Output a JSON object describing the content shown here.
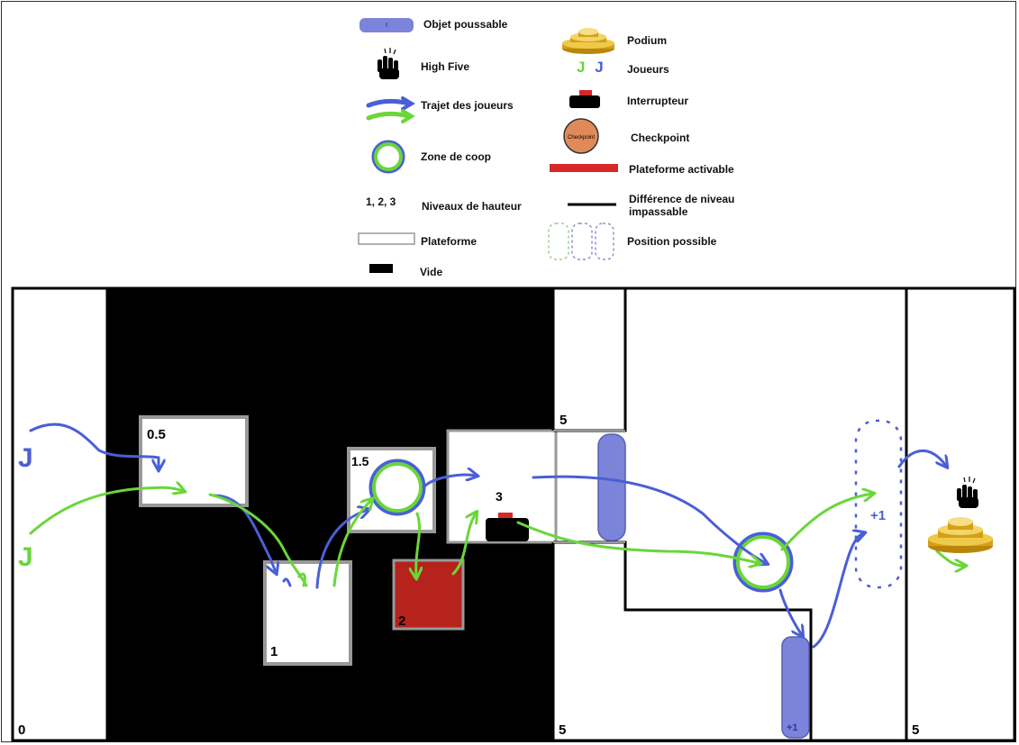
{
  "legend": {
    "pushable_object": "Objet poussable",
    "high_five": "High Five",
    "player_path": "Trajet des joueurs",
    "coop_zone": "Zone de coop",
    "height_levels_sample": "1, 2, 3",
    "height_levels": "Niveaux de hauteur",
    "platform": "Plateforme",
    "void": "Vide",
    "podium": "Podium",
    "players": "Joueurs",
    "switch": "Interrupteur",
    "checkpoint": "Checkpoint",
    "checkpoint_icon_text": "Checkpoint",
    "activatable_platform": "Plateforme activable",
    "impassable_diff": "Différence de niveau impassable",
    "possible_position": "Position possible",
    "players_glyph": "J"
  },
  "map": {
    "levels": {
      "left_edge": "0",
      "block_a": "0.5",
      "block_b": "1",
      "block_c": "1.5",
      "red_block": "2",
      "switch_platform": "3",
      "upper_right_box": "5",
      "lower_mid": "5",
      "right_strip": "5"
    },
    "pushable_bottom_label": "+1",
    "possible_position_label": "+1",
    "player_blue": "J",
    "player_green": "J"
  },
  "colors": {
    "blue_path": "#4a5fd6",
    "green_path": "#6ad63a",
    "pushable": "#7b84d8",
    "activatable": "#d62828",
    "void": "#000000",
    "red_block": "#b5231c",
    "checkpoint": "#e08a5a"
  }
}
